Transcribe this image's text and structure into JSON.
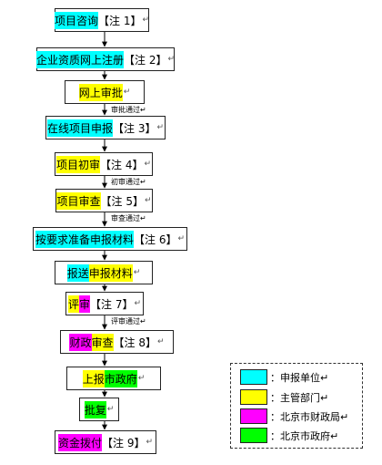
{
  "colors": {
    "applicant": "#00FFFF",
    "authority": "#FFFF00",
    "finance": "#FF00FF",
    "government": "#00FF00"
  },
  "boxes": [
    {
      "id": "b1",
      "segments": [
        {
          "text": "项目咨询",
          "role": "applicant"
        },
        {
          "text": "【注 1】",
          "role": "note"
        }
      ],
      "mark": "↵"
    },
    {
      "id": "b2",
      "segments": [
        {
          "text": "企业资质网上注册",
          "role": "applicant"
        },
        {
          "text": "【注 2】",
          "role": "note"
        }
      ],
      "mark": "↵"
    },
    {
      "id": "b3",
      "segments": [
        {
          "text": "网上审批",
          "role": "authority"
        }
      ],
      "mark": "↵"
    },
    {
      "id": "b4",
      "segments": [
        {
          "text": "在线项目申报",
          "role": "applicant"
        },
        {
          "text": "【注 3】",
          "role": "note"
        }
      ],
      "mark": "↵"
    },
    {
      "id": "b5",
      "segments": [
        {
          "text": "项目初审",
          "role": "authority"
        },
        {
          "text": "【注 4】",
          "role": "note"
        }
      ],
      "mark": "↵"
    },
    {
      "id": "b6",
      "segments": [
        {
          "text": "项目审查",
          "role": "authority"
        },
        {
          "text": "【注 5】",
          "role": "note"
        }
      ],
      "mark": "↵"
    },
    {
      "id": "b7",
      "segments": [
        {
          "text": "按要求准备申报材料",
          "role": "applicant"
        },
        {
          "text": "【注 6】",
          "role": "note"
        }
      ],
      "mark": "↵"
    },
    {
      "id": "b8",
      "segments": [
        {
          "text": "报送",
          "role": "applicant"
        },
        {
          "text": "申报材料",
          "role": "authority"
        }
      ],
      "mark": "↵"
    },
    {
      "id": "b9",
      "segments": [
        {
          "text": "评",
          "role": "authority"
        },
        {
          "text": "审",
          "role": "finance"
        },
        {
          "text": "【注 7】",
          "role": "note"
        }
      ],
      "mark": "↵"
    },
    {
      "id": "b10",
      "segments": [
        {
          "text": "财政",
          "role": "finance"
        },
        {
          "text": "审查",
          "role": "authority"
        },
        {
          "text": "【注 8】",
          "role": "note"
        }
      ],
      "mark": "↵"
    },
    {
      "id": "b11",
      "segments": [
        {
          "text": "上报",
          "role": "authority"
        },
        {
          "text": "市政府",
          "role": "government"
        }
      ],
      "mark": "↵"
    },
    {
      "id": "b12",
      "segments": [
        {
          "text": "批复",
          "role": "government"
        }
      ],
      "mark": "↵"
    },
    {
      "id": "b13",
      "segments": [
        {
          "text": "资金拨付",
          "role": "finance"
        },
        {
          "text": "【注 9】",
          "role": "note"
        }
      ],
      "mark": "↵"
    }
  ],
  "conditions": [
    {
      "after": "b3",
      "text": "审批通过↵"
    },
    {
      "after": "b5",
      "text": "初审通过↵"
    },
    {
      "after": "b6",
      "text": "审查通过↵"
    },
    {
      "after": "b9",
      "text": "评审通过↵"
    }
  ],
  "legend": [
    {
      "role": "applicant",
      "label": "：申报单位↵"
    },
    {
      "role": "authority",
      "label": "：主管部门↵"
    },
    {
      "role": "finance",
      "label": "：北京市财政局↵"
    },
    {
      "role": "government",
      "label": "：北京市政府↵"
    }
  ]
}
